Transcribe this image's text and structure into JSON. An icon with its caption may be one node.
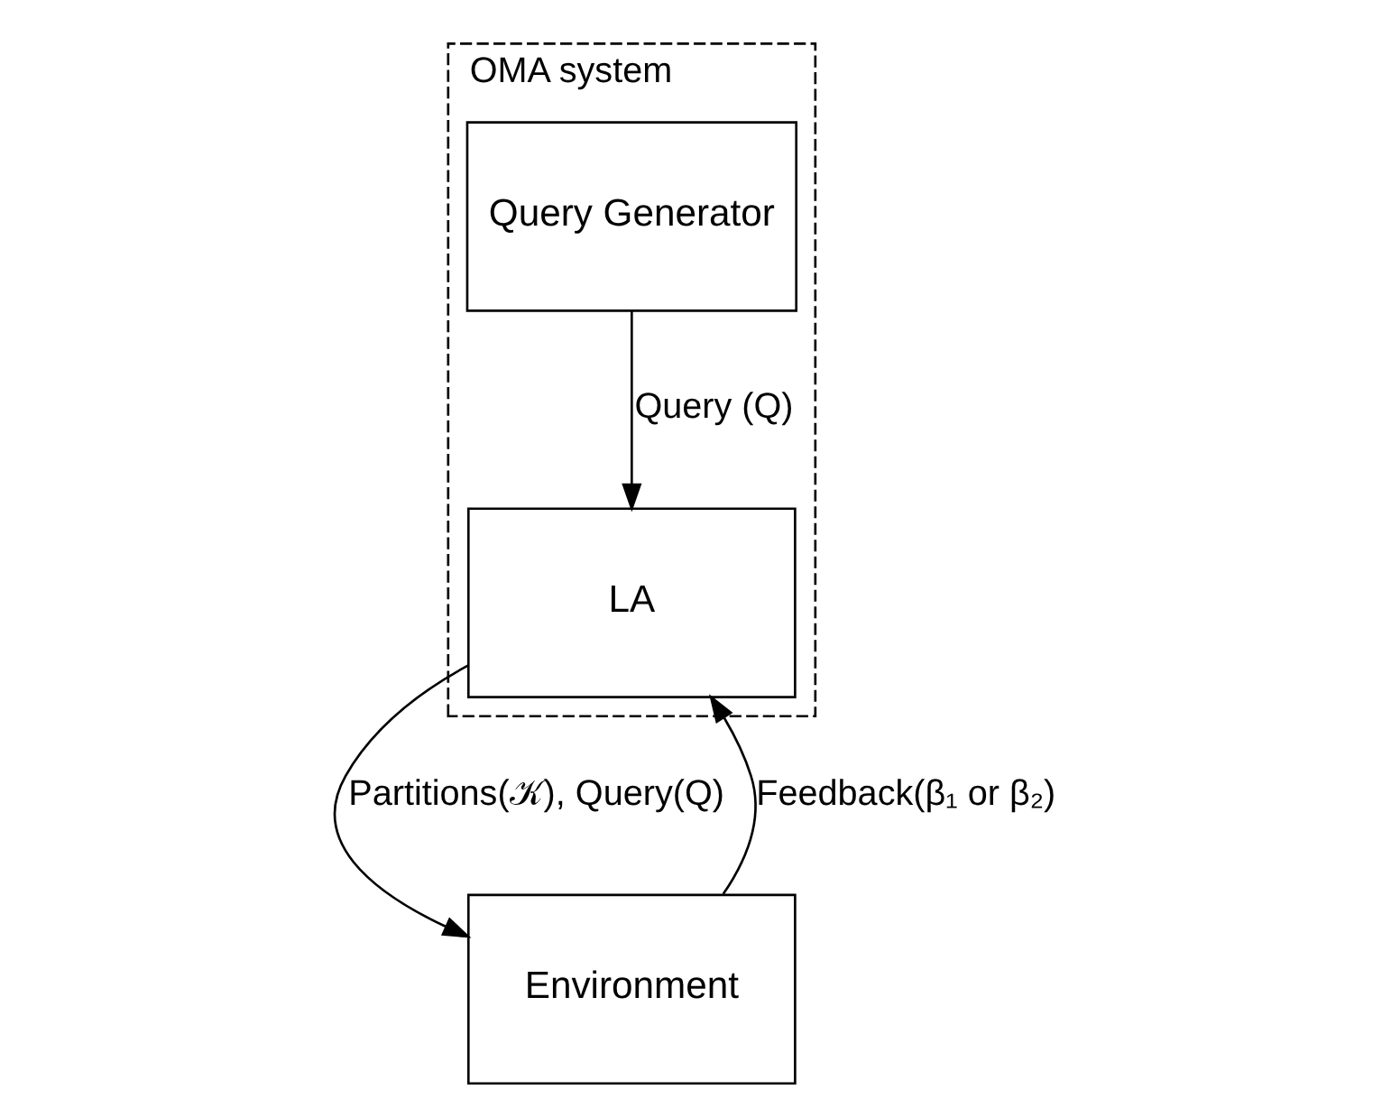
{
  "diagram": {
    "nodes": [
      {
        "text": [
          "OMA system"
        ]
      },
      {
        "text": [
          "Query Generator"
        ],
        "in": 0
      },
      {
        "text": [
          "LA"
        ],
        "in": 0
      },
      {
        "text": [
          "Environment"
        ]
      }
    ],
    "edges": [
      {
        "from": 1,
        "to": 2,
        "arrow": "to",
        "label": "Query (Q)"
      },
      {
        "from": 2,
        "to": 3,
        "arrow": "to",
        "label": "Partitions(𝒦), Query(Q)"
      },
      {
        "from": 3,
        "to": 2,
        "arrow": "to",
        "label": "Feedback(β₁ or β₂)"
      }
    ]
  }
}
